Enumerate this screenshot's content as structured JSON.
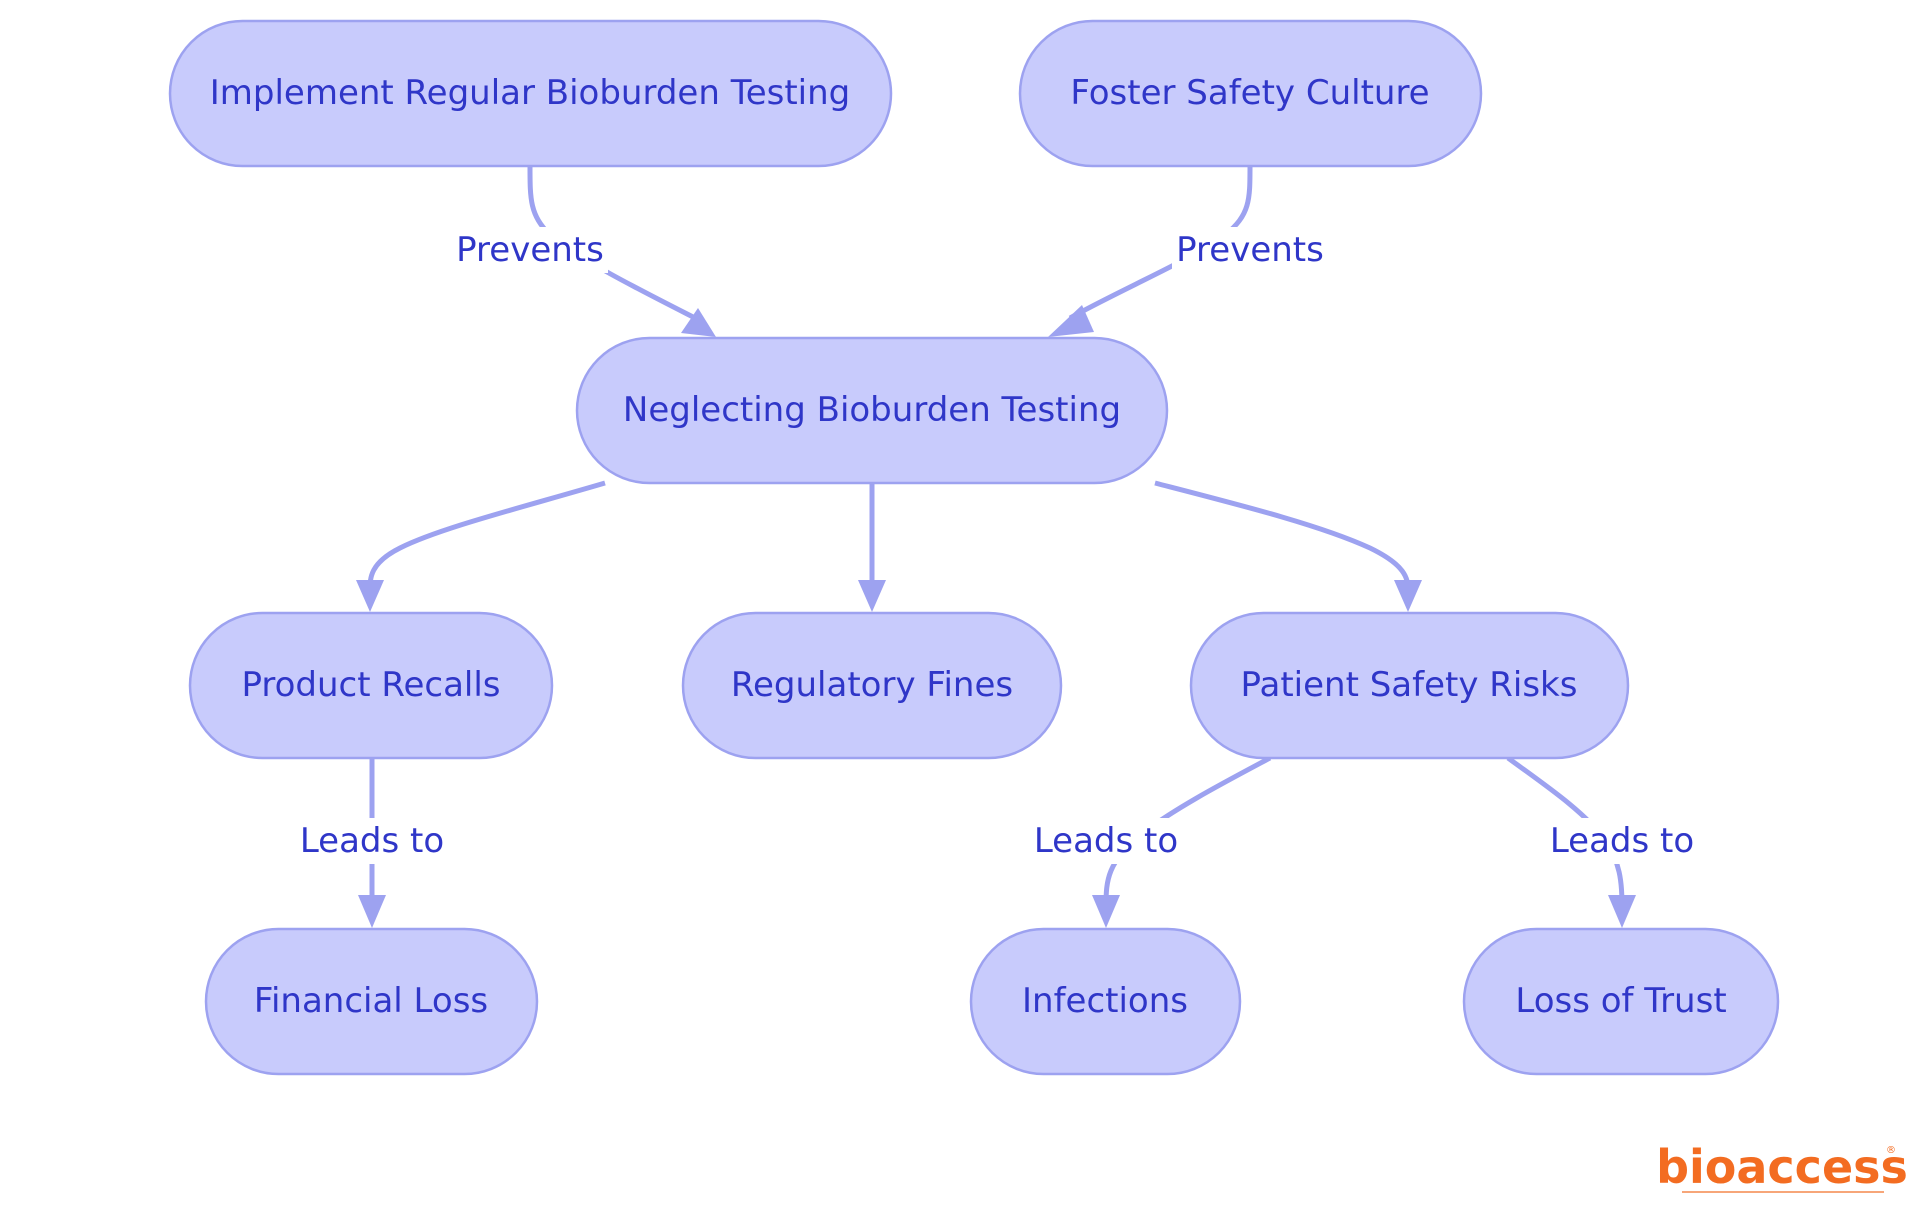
{
  "diagram": {
    "nodes": [
      {
        "id": "implement",
        "label": "Implement Regular Bioburden Testing"
      },
      {
        "id": "culture",
        "label": "Foster Safety Culture"
      },
      {
        "id": "neglect",
        "label": "Neglecting Bioburden Testing"
      },
      {
        "id": "recalls",
        "label": "Product Recalls"
      },
      {
        "id": "fines",
        "label": "Regulatory Fines"
      },
      {
        "id": "patient",
        "label": "Patient Safety Risks"
      },
      {
        "id": "financial",
        "label": "Financial Loss"
      },
      {
        "id": "infections",
        "label": "Infections"
      },
      {
        "id": "trust",
        "label": "Loss of Trust"
      }
    ],
    "edges": [
      {
        "from": "implement",
        "to": "neglect",
        "label": "Prevents"
      },
      {
        "from": "culture",
        "to": "neglect",
        "label": "Prevents"
      },
      {
        "from": "neglect",
        "to": "recalls",
        "label": ""
      },
      {
        "from": "neglect",
        "to": "fines",
        "label": ""
      },
      {
        "from": "neglect",
        "to": "patient",
        "label": ""
      },
      {
        "from": "recalls",
        "to": "financial",
        "label": "Leads to"
      },
      {
        "from": "patient",
        "to": "infections",
        "label": "Leads to"
      },
      {
        "from": "patient",
        "to": "trust",
        "label": "Leads to"
      }
    ],
    "colors": {
      "node_fill": "#c8cbfc",
      "node_stroke": "#9da2f0",
      "text": "#2f36c8",
      "edge": "#9da2f0"
    }
  },
  "logo": {
    "text": "bioaccess",
    "registered_mark": "®",
    "color": "#f36c21"
  }
}
